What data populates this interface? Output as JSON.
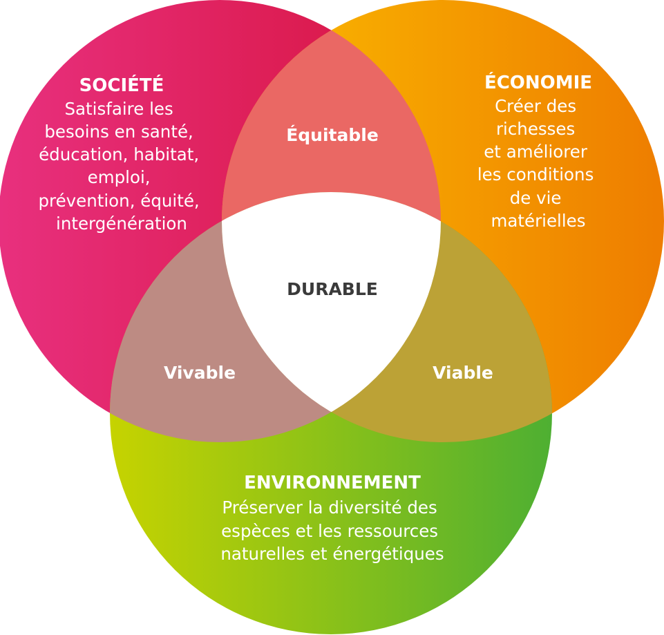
{
  "colors": {
    "societe_start": "#e8307e",
    "societe_end": "#d7143f",
    "economie_start": "#fbbc00",
    "economie_end": "#ee7d00",
    "environnement_start": "#c6d300",
    "environnement_end": "#4eaf32",
    "equitable": "#ea6864",
    "viable": "#bca236",
    "vivable": "#bd8b83",
    "durable": "#ffffff"
  },
  "societe": {
    "title": "SOCIÉTÉ",
    "lines": [
      "Satisfaire les",
      "besoins en santé,",
      "éducation, habitat,",
      "emploi,",
      "prévention, équité,",
      "intergénération"
    ]
  },
  "economie": {
    "title": "ÉCONOMIE",
    "lines": [
      "Créer des",
      "richesses",
      "et améliorer",
      "les conditions",
      "de vie",
      "matérielles"
    ]
  },
  "environnement": {
    "title": "ENVIRONNEMENT",
    "lines": [
      "Préserver la diversité des",
      "espèces et les ressources",
      "naturelles et énergétiques"
    ]
  },
  "intersections": {
    "equitable": "Équitable",
    "vivable": "Vivable",
    "viable": "Viable",
    "durable": "DURABLE"
  }
}
